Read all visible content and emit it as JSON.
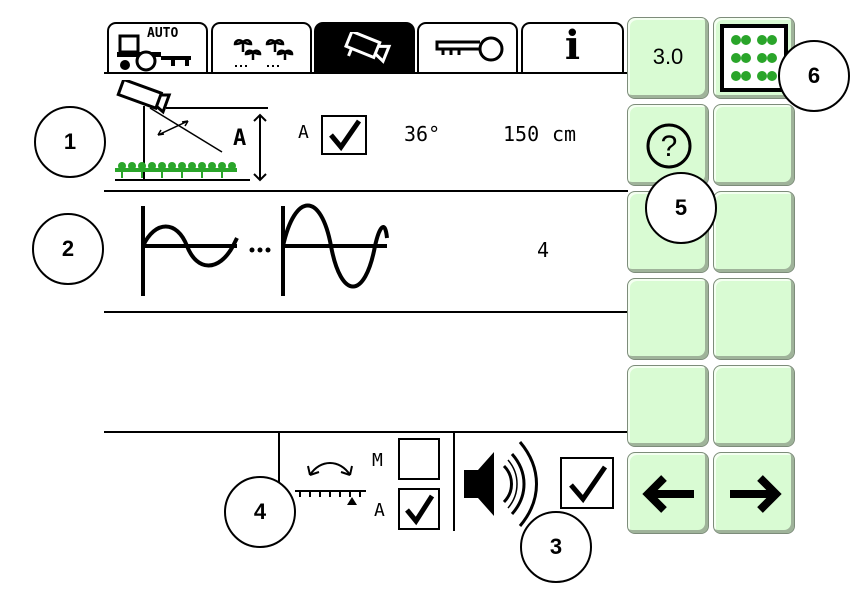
{
  "tabs": [
    {
      "name": "tab-auto-tractor",
      "label": "AUTO",
      "icon": "tractor-icon"
    },
    {
      "name": "tab-plants",
      "icon": "plants-icon"
    },
    {
      "name": "tab-camera",
      "icon": "camera-icon",
      "active": true
    },
    {
      "name": "tab-key",
      "icon": "key-icon"
    },
    {
      "name": "tab-info",
      "label": "i",
      "icon": "info-icon"
    }
  ],
  "row1": {
    "callout": "1",
    "diagram_label": "A",
    "mode_label": "A",
    "mode_checked": true,
    "angle": "36°",
    "distance_value": "150",
    "distance_unit": "cm"
  },
  "row2": {
    "callout": "2",
    "value": "4"
  },
  "bottom": {
    "manual_label": "M",
    "auto_label": "A",
    "manual_checked": false,
    "auto_checked": true,
    "sound_checked": true,
    "callout_steering": "4",
    "callout_sound": "3"
  },
  "softkeys": {
    "version": "3.0",
    "help_symbol": "?",
    "callout_help": "5",
    "callout_plants": "6",
    "back_arrow": "←",
    "forward_arrow": "→"
  },
  "colors": {
    "key_bg": "#d9fbd3",
    "plant_green": "#2aa52a"
  }
}
